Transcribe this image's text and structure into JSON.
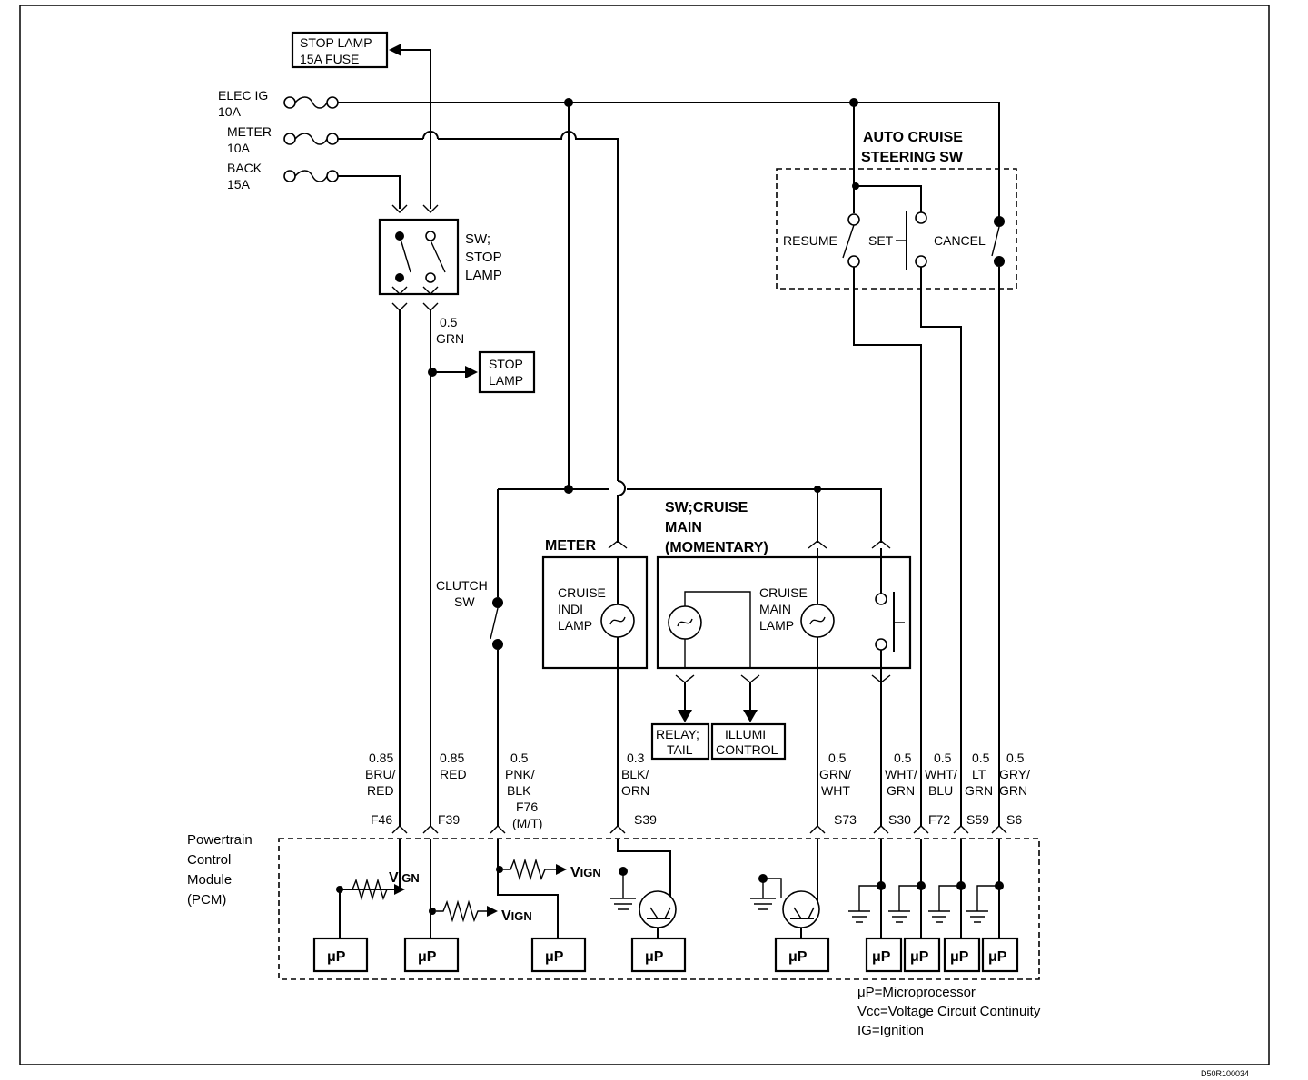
{
  "sources": {
    "stop_lamp_fuse": [
      "STOP LAMP",
      "15A FUSE"
    ],
    "elec_ig": [
      "ELEC IG",
      "10A"
    ],
    "meter": [
      "METER",
      "10A"
    ],
    "back": [
      "BACK",
      "15A"
    ]
  },
  "stop_lamp_switch": [
    "SW;",
    "STOP",
    "LAMP"
  ],
  "stop_lamp_wire": [
    "0.5",
    "GRN"
  ],
  "stop_lamp_load": [
    "STOP",
    "LAMP"
  ],
  "auto_cruise": {
    "title": [
      "AUTO CRUISE",
      "STEERING SW"
    ],
    "resume": "RESUME",
    "set": "SET",
    "cancel": "CANCEL"
  },
  "clutch_switch": [
    "CLUTCH",
    "SW"
  ],
  "meter_block": {
    "title": "METER",
    "lamp": [
      "CRUISE",
      "INDI",
      "LAMP"
    ]
  },
  "cruise_main": {
    "title": [
      "SW;CRUISE",
      "MAIN",
      "(MOMENTARY)"
    ],
    "lamp": [
      "CRUISE",
      "MAIN",
      "LAMP"
    ]
  },
  "outputs": {
    "relay_tail": [
      "RELAY;",
      "TAIL"
    ],
    "illumi": [
      "ILLUMI",
      "CONTROL"
    ]
  },
  "wires": [
    {
      "size": "0.85",
      "color": [
        "BRU/",
        "RED"
      ],
      "pin": "F46"
    },
    {
      "size": "0.85",
      "color": [
        "RED"
      ],
      "pin": "F39"
    },
    {
      "size": "0.5",
      "color": [
        "PNK/",
        "BLK"
      ],
      "pin": [
        "F76",
        "(M/T)"
      ]
    },
    {
      "size": "0.3",
      "color": [
        "BLK/",
        "ORN"
      ],
      "pin": "S39"
    },
    {
      "size": "0.5",
      "color": [
        "GRN/",
        "WHT"
      ],
      "pin": "S73"
    },
    {
      "size": "0.5",
      "color": [
        "WHT/",
        "GRN"
      ],
      "pin": "S30"
    },
    {
      "size": "0.5",
      "color": [
        "WHT/",
        "BLU"
      ],
      "pin": "F72"
    },
    {
      "size": "0.5",
      "color": [
        "LT",
        "GRN"
      ],
      "pin": "S59"
    },
    {
      "size": "0.5",
      "color": [
        "GRY/",
        "GRN"
      ],
      "pin": "S6"
    }
  ],
  "pcm": {
    "label": [
      "Powertrain",
      "Control",
      "Module",
      "(PCM)"
    ],
    "up": "μP",
    "vign_v": "V",
    "vign_sub": "IGN"
  },
  "legend": [
    "μP=Microprocessor",
    "Vcc=Voltage Circuit Continuity",
    "IG=Ignition"
  ],
  "figure_code": "D50R100034"
}
